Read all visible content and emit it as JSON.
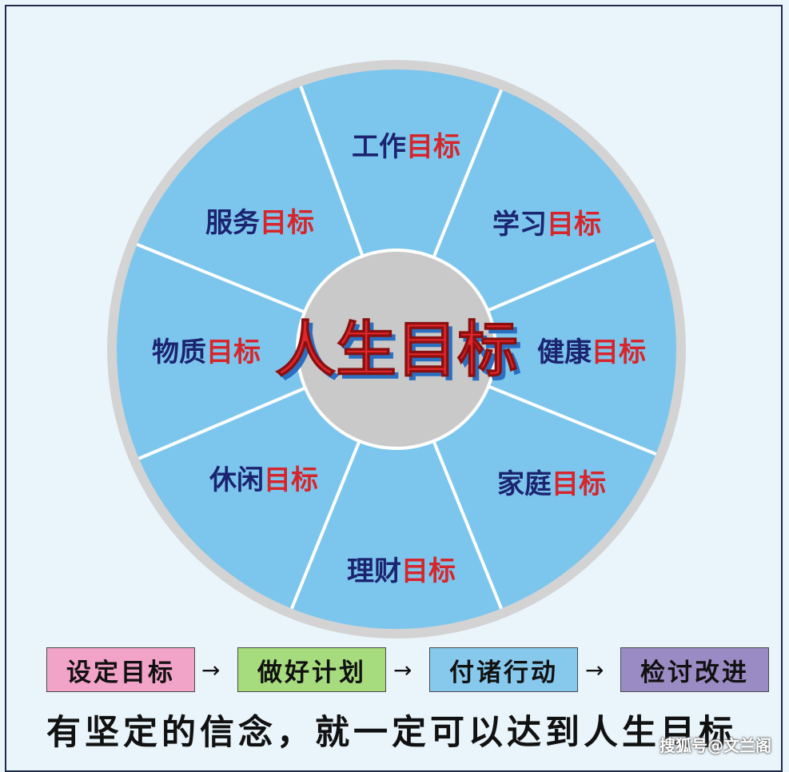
{
  "wheel": {
    "center_title": "人生目标",
    "segments": [
      {
        "prefix": "工作",
        "suffix": "目标"
      },
      {
        "prefix": "学习",
        "suffix": "目标"
      },
      {
        "prefix": "健康",
        "suffix": "目标"
      },
      {
        "prefix": "家庭",
        "suffix": "目标"
      },
      {
        "prefix": "理财",
        "suffix": "目标"
      },
      {
        "prefix": "休闲",
        "suffix": "目标"
      },
      {
        "prefix": "物质",
        "suffix": "目标"
      },
      {
        "prefix": "服务",
        "suffix": "目标"
      }
    ]
  },
  "steps": [
    {
      "label": "设定目标",
      "color": "#f2a3c8"
    },
    {
      "label": "做好计划",
      "color": "#a6db7e"
    },
    {
      "label": "付诸行动",
      "color": "#86c9ec"
    },
    {
      "label": "检讨改进",
      "color": "#9b8bc4"
    }
  ],
  "arrow_glyph": "→",
  "motto": "有坚定的信念，就一定可以达到人生目标",
  "watermark": "搜狐号@文兰阁",
  "colors": {
    "segment_fill": "#7cc6ee",
    "ring": "#d3d3d3",
    "hub": "#c9c9c9",
    "prefix_text": "#1c2470",
    "suffix_text": "#d6262b",
    "center_text": "#e2262b"
  }
}
